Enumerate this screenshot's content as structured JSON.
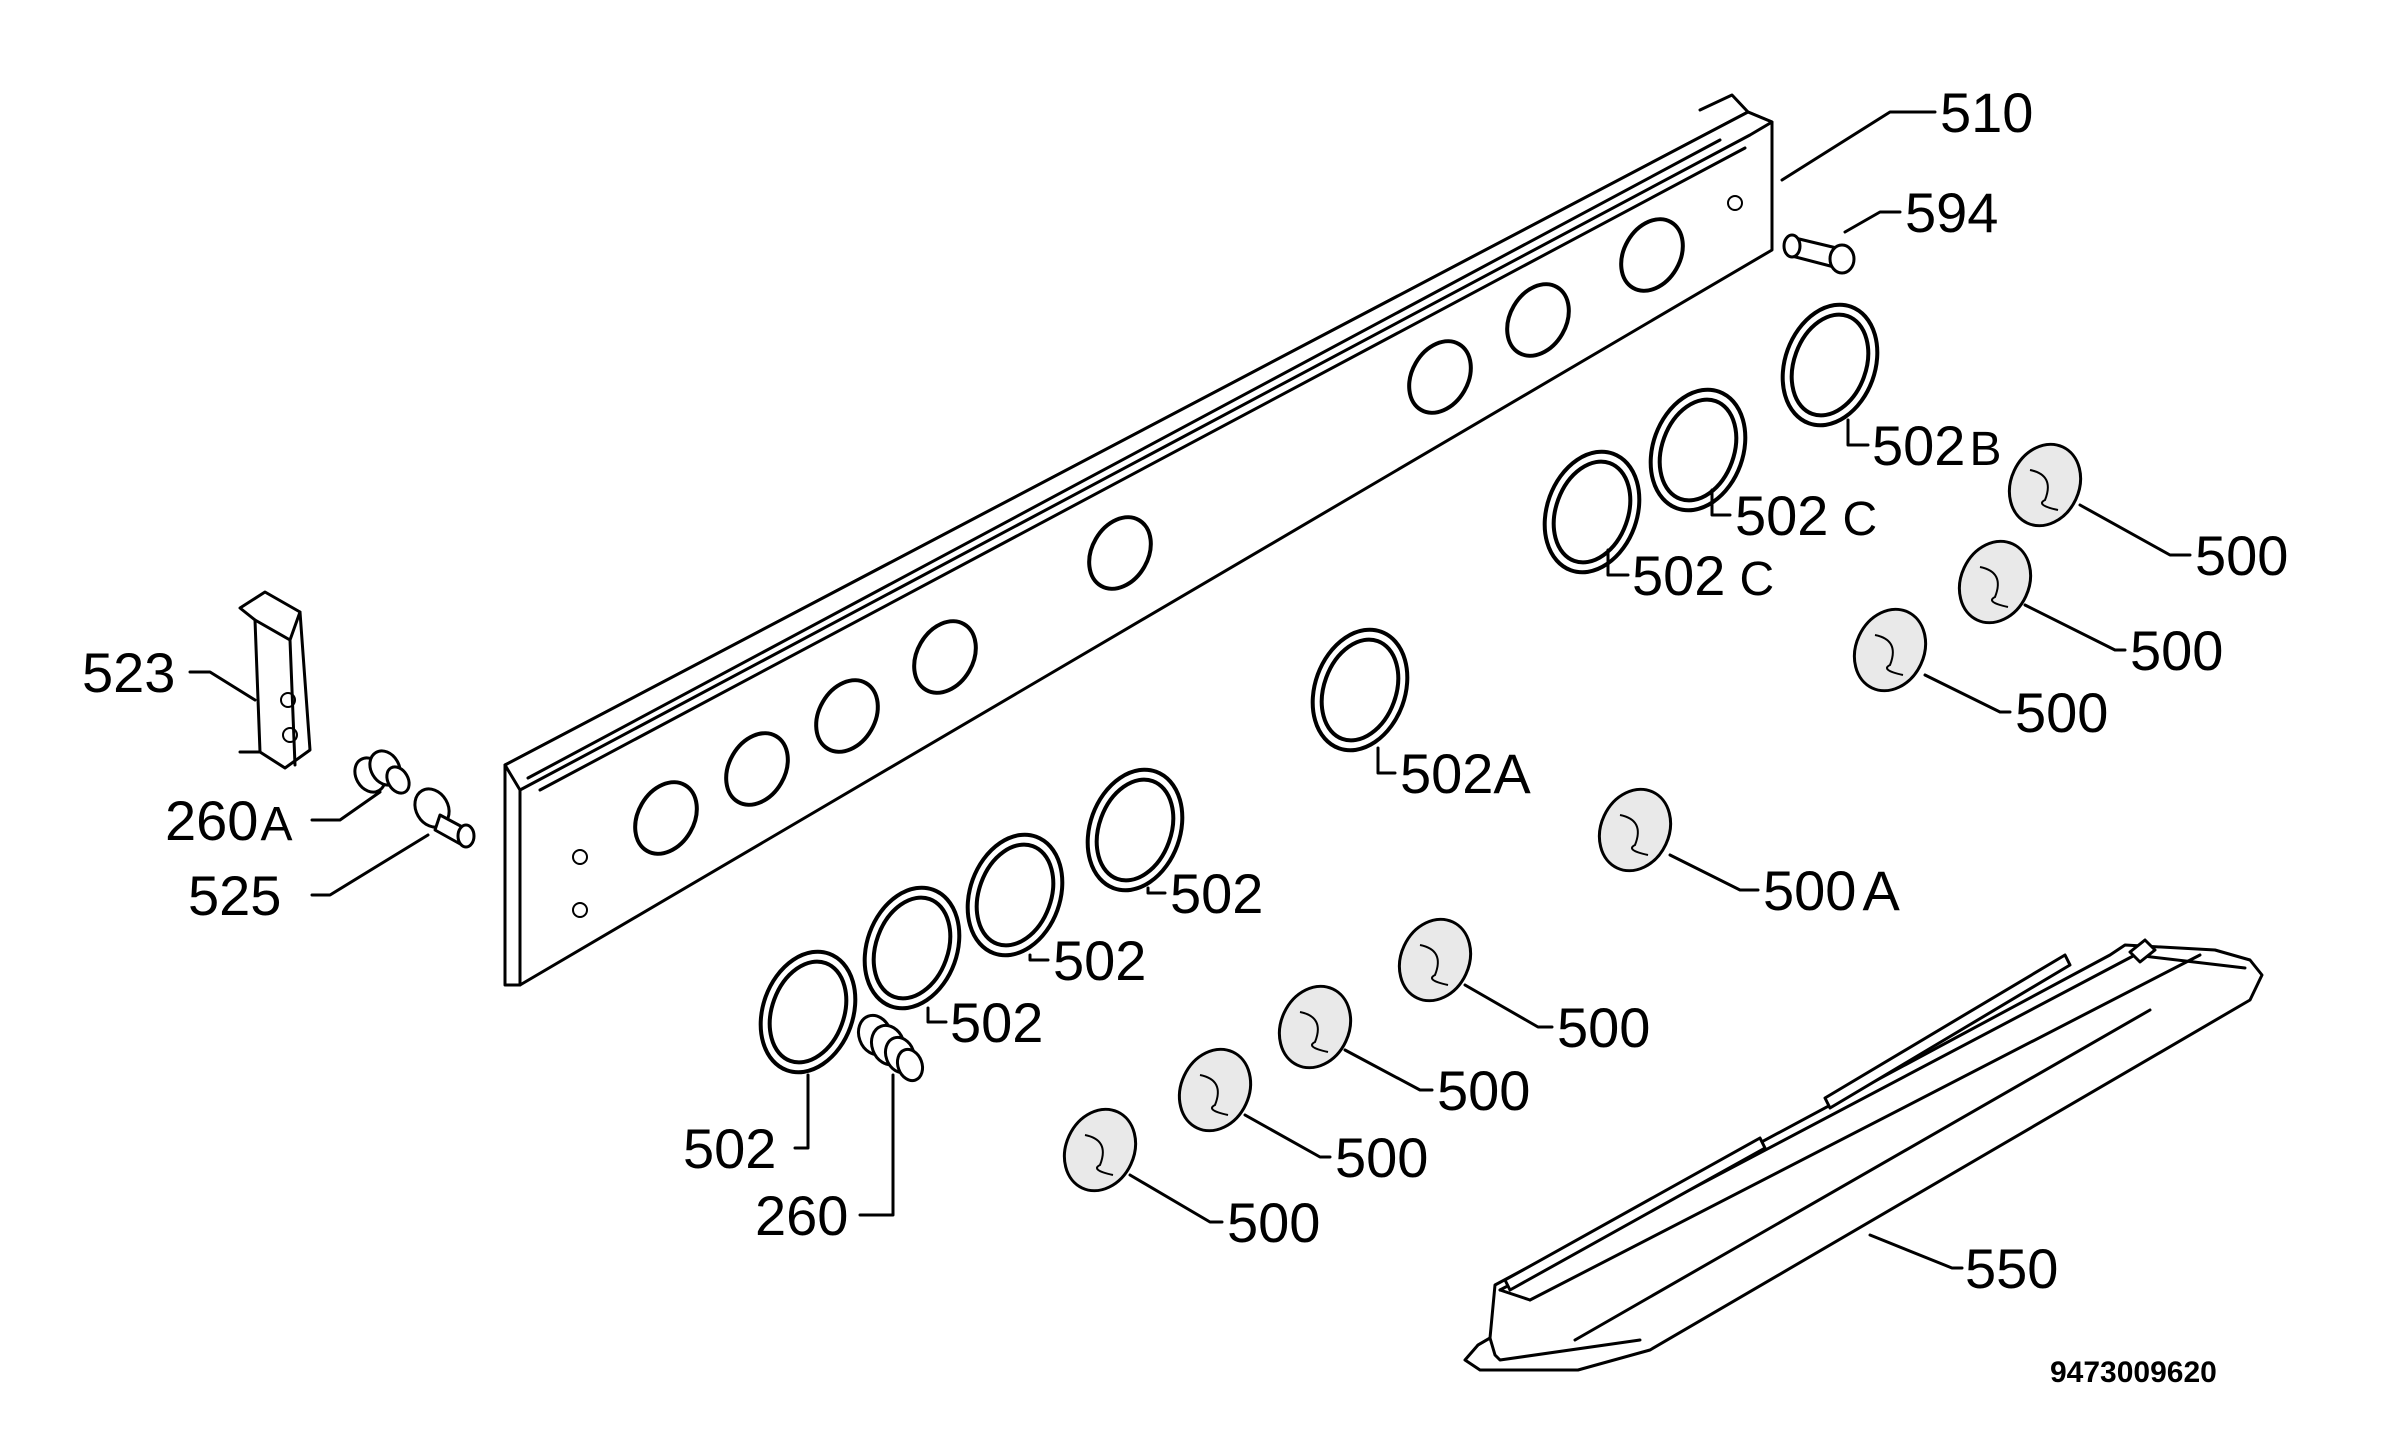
{
  "labels": {
    "p510": "510",
    "p594": "594",
    "p502B": "502",
    "p502B_suffix": "B",
    "p502C_a": "502",
    "p502C_a_suffix": "C",
    "p502C_b": "502",
    "p502C_b_suffix": "C",
    "p500_1": "500",
    "p500_2": "500",
    "p500_3": "500",
    "p523": "523",
    "p260A": "260",
    "p260A_suffix": "A",
    "p525": "525",
    "p502A": "502A",
    "p500A": "500",
    "p500A_suffix": "A",
    "p502_1": "502",
    "p502_2": "502",
    "p502_3": "502",
    "p502_4": "502",
    "p260": "260",
    "p500_4": "500",
    "p500_5": "500",
    "p500_6": "500",
    "p500_7": "500",
    "p550": "550"
  },
  "drawing_code": "9473009620"
}
